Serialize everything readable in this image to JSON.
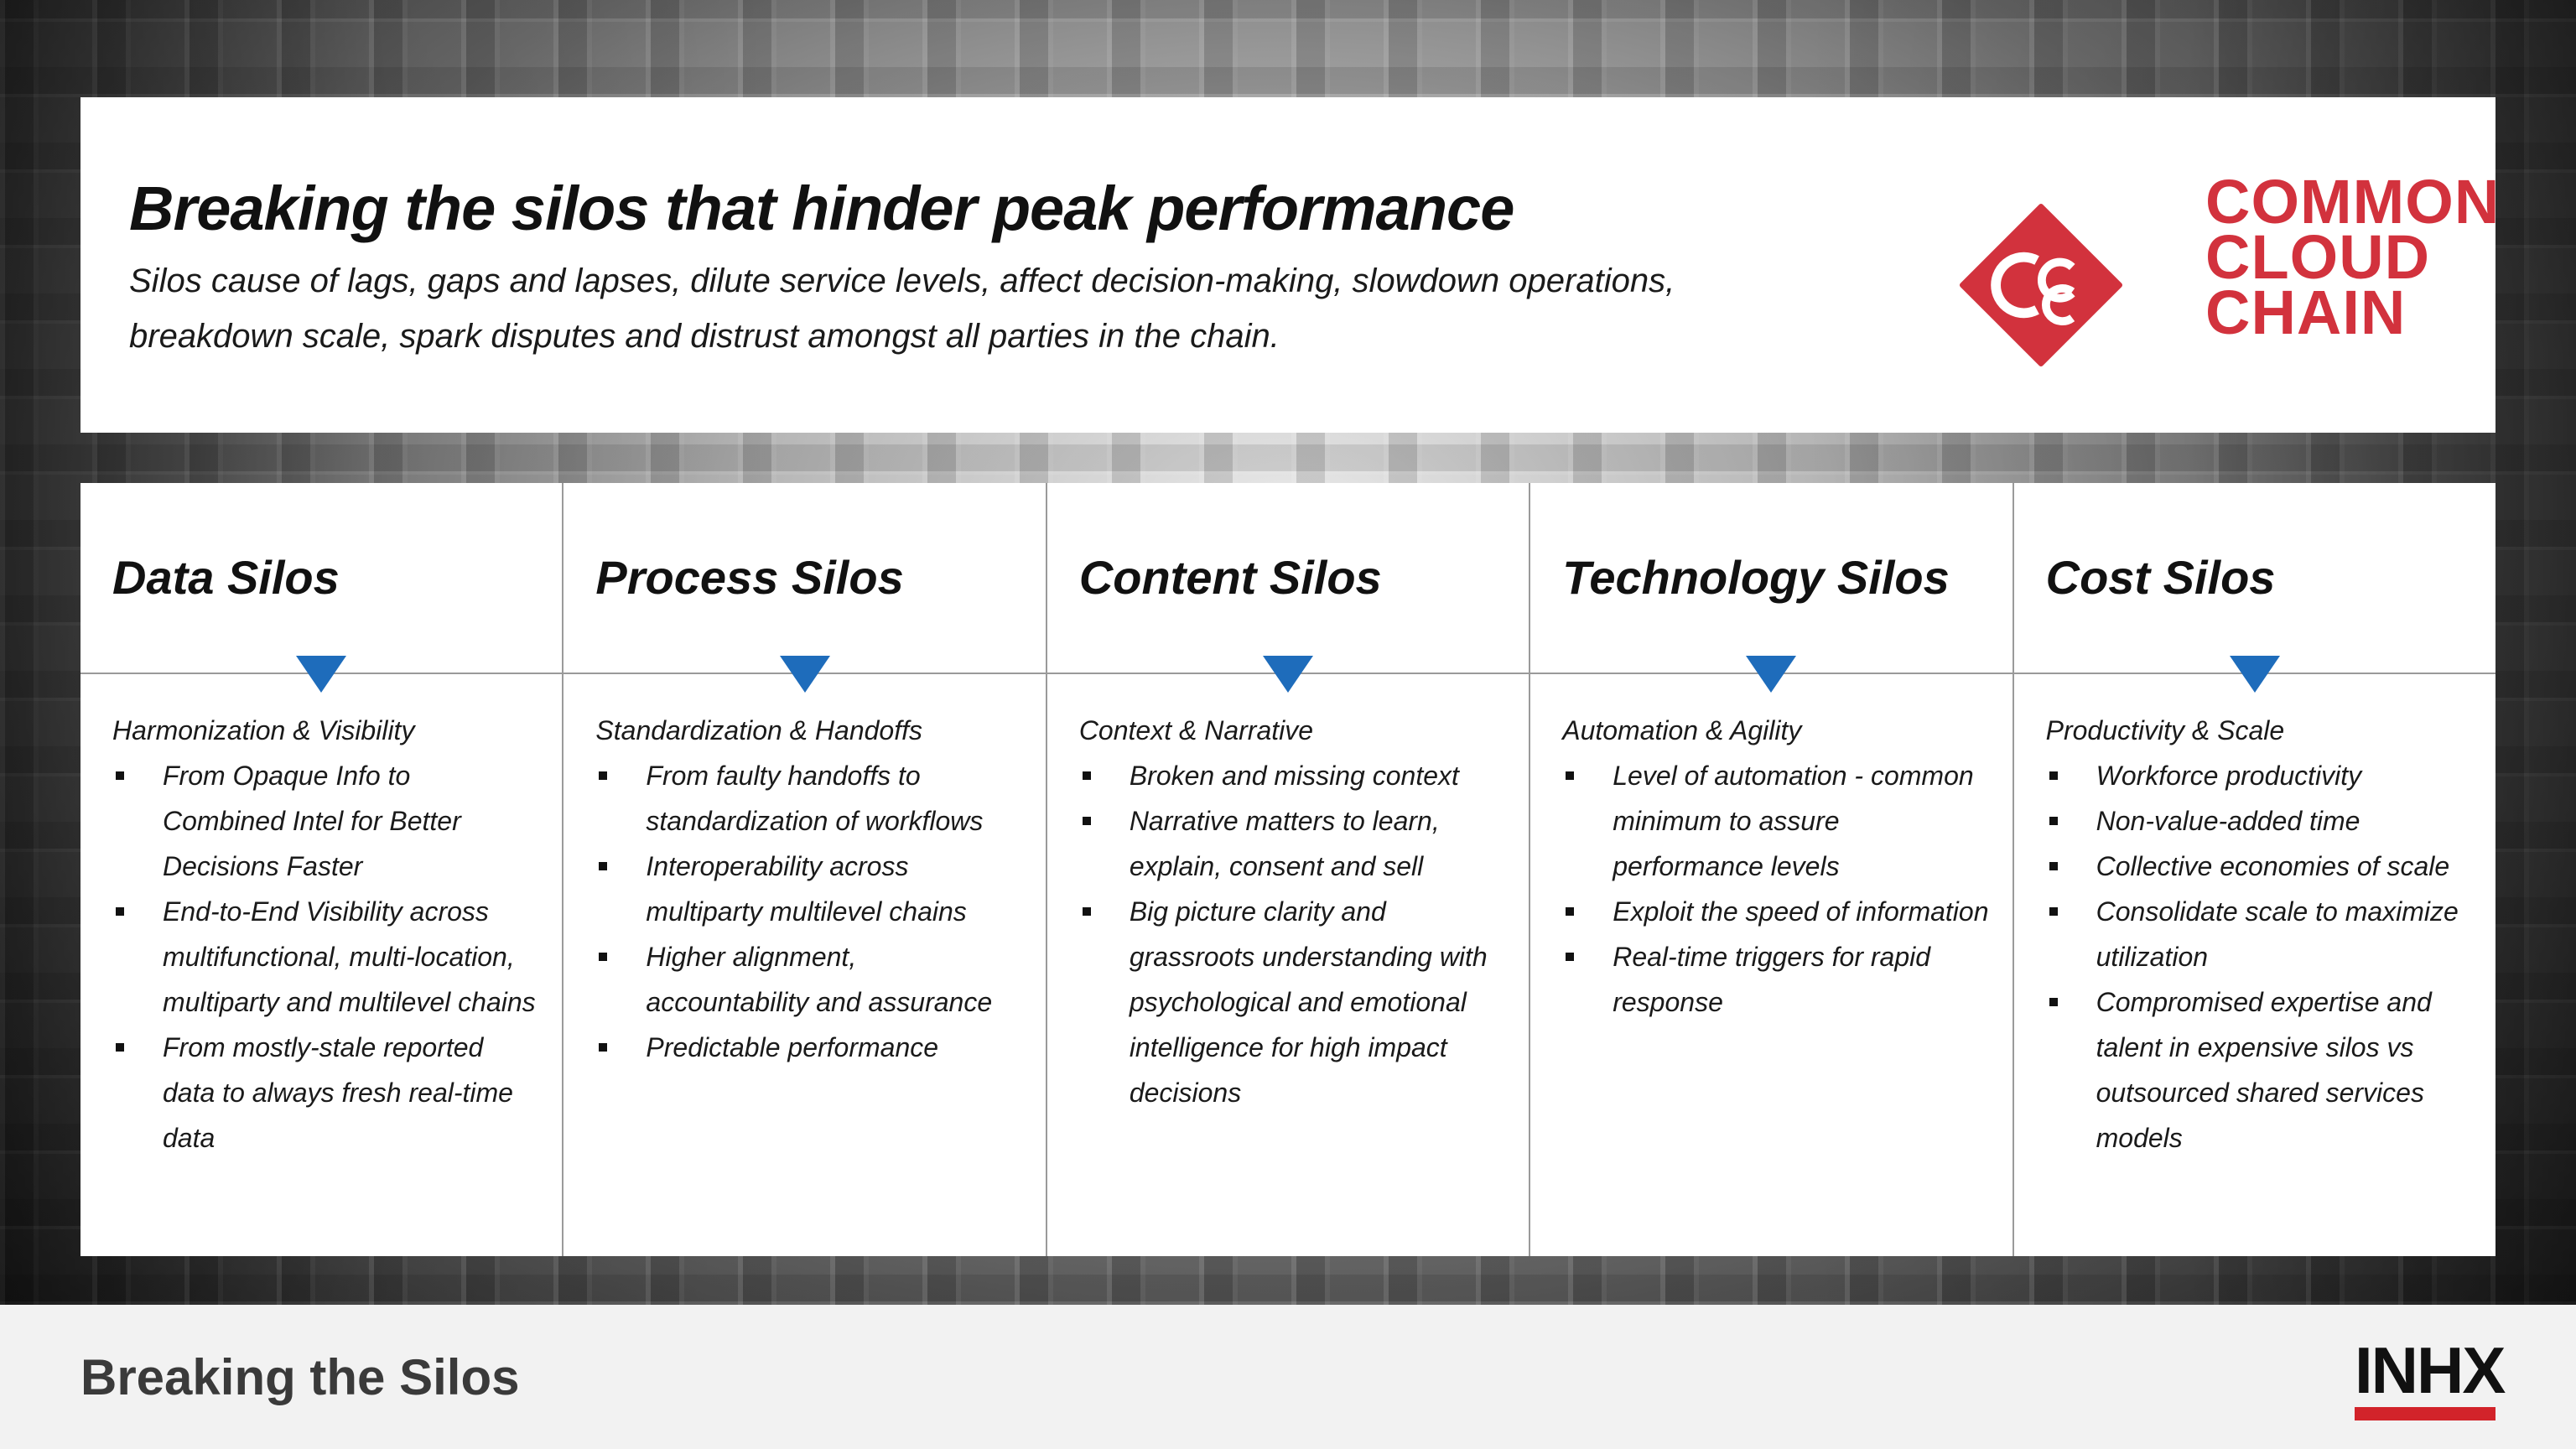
{
  "header": {
    "title": "Breaking the silos that hinder peak performance",
    "subtitle": "Silos cause of lags, gaps and lapses, dilute service levels, affect decision-making, slowdown operations, breakdown scale, spark disputes and distrust amongst all parties in the chain."
  },
  "logo": {
    "line1": "COMMON",
    "line2": "CLOUD",
    "line3": "CHAIN",
    "color": "#d2323d"
  },
  "columns": [
    {
      "title": "Data Silos",
      "subtitle": "Harmonization & Visibility",
      "bullets": [
        "From Opaque Info to Combined Intel for Better Decisions Faster",
        "End-to-End Visibility across multifunctional, multi-location, multiparty and multilevel chains",
        "From mostly-stale reported data to always fresh real-time data"
      ]
    },
    {
      "title": "Process Silos",
      "subtitle": "Standardization & Handoffs",
      "bullets": [
        "From faulty handoffs to standardization of workflows",
        "Interoperability across multiparty multilevel chains",
        "Higher alignment, accountability and assurance",
        "Predictable performance"
      ]
    },
    {
      "title": "Content Silos",
      "subtitle": "Context & Narrative",
      "bullets": [
        "Broken and missing context",
        "Narrative matters to learn, explain, consent and sell",
        "Big picture clarity and grassroots understanding with psychological and emotional intelligence for high impact decisions"
      ]
    },
    {
      "title": "Technology Silos",
      "subtitle": "Automation & Agility",
      "bullets": [
        "Level of automation - common minimum to assure performance levels",
        "Exploit the speed of information",
        "Real-time triggers for rapid response"
      ]
    },
    {
      "title": "Cost Silos",
      "subtitle": "Productivity & Scale",
      "bullets": [
        "Workforce productivity",
        "Non-value-added time",
        "Collective economies of scale",
        "Consolidate scale to maximize utilization",
        "Compromised expertise and talent in expensive silos vs outsourced shared services models"
      ]
    }
  ],
  "footer": {
    "title": "Breaking the Silos",
    "brand": "INHX",
    "brand_bar_color": "#d2232a"
  },
  "accent_color": "#1e6cbb"
}
